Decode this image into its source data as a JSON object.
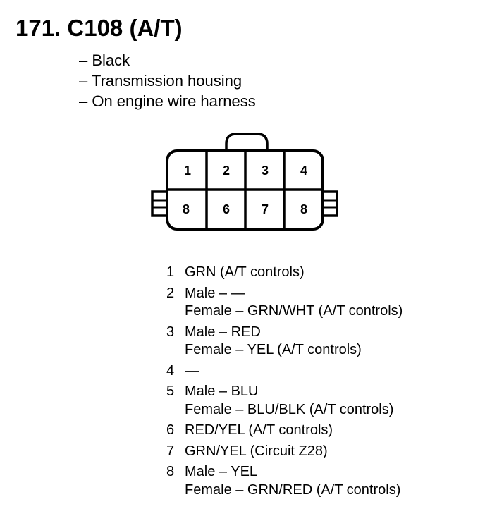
{
  "connector": {
    "title": "171. C108 (A/T)",
    "details": [
      "– Black",
      "– Transmission housing",
      "– On engine wire harness"
    ],
    "face_top_row": [
      "1",
      "2",
      "3",
      "4"
    ],
    "face_bottom_row": [
      "8",
      "6",
      "7",
      "8"
    ]
  },
  "pins": [
    {
      "num": "1",
      "lines": [
        "GRN (A/T controls)"
      ]
    },
    {
      "num": "2",
      "lines": [
        "Male – —",
        "Female – GRN/WHT (A/T controls)"
      ]
    },
    {
      "num": "3",
      "lines": [
        "Male – RED",
        "Female – YEL (A/T controls)"
      ]
    },
    {
      "num": "4",
      "lines": [
        "—"
      ]
    },
    {
      "num": "5",
      "lines": [
        "Male – BLU",
        "Female – BLU/BLK (A/T controls)"
      ]
    },
    {
      "num": "6",
      "lines": [
        "RED/YEL (A/T controls)"
      ]
    },
    {
      "num": "7",
      "lines": [
        "GRN/YEL (Circuit Z28)"
      ]
    },
    {
      "num": "8",
      "lines": [
        "Male – YEL",
        "Female – GRN/RED (A/T controls)"
      ]
    }
  ]
}
